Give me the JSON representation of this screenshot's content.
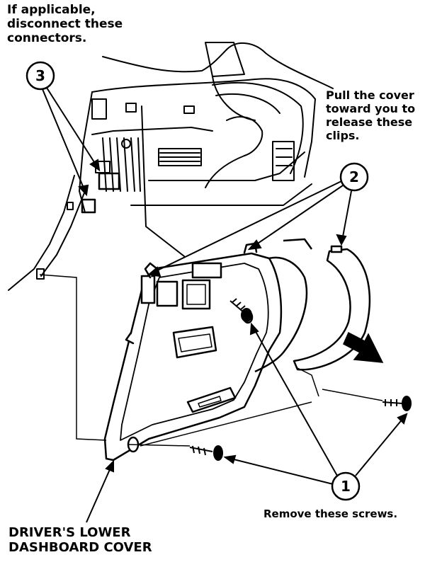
{
  "labels": {
    "connectors": "If applicable,\ndisconnect these\nconnectors.",
    "clips": "Pull the cover\ntoward you to\nrelease these\nclips.",
    "screws": "Remove these screws.",
    "part": "DRIVER'S LOWER\nDASHBOARD COVER"
  },
  "callouts": {
    "screws": "1",
    "clips": "2",
    "connectors": "3"
  },
  "colors": {
    "line": "#000000",
    "background": "#ffffff"
  }
}
